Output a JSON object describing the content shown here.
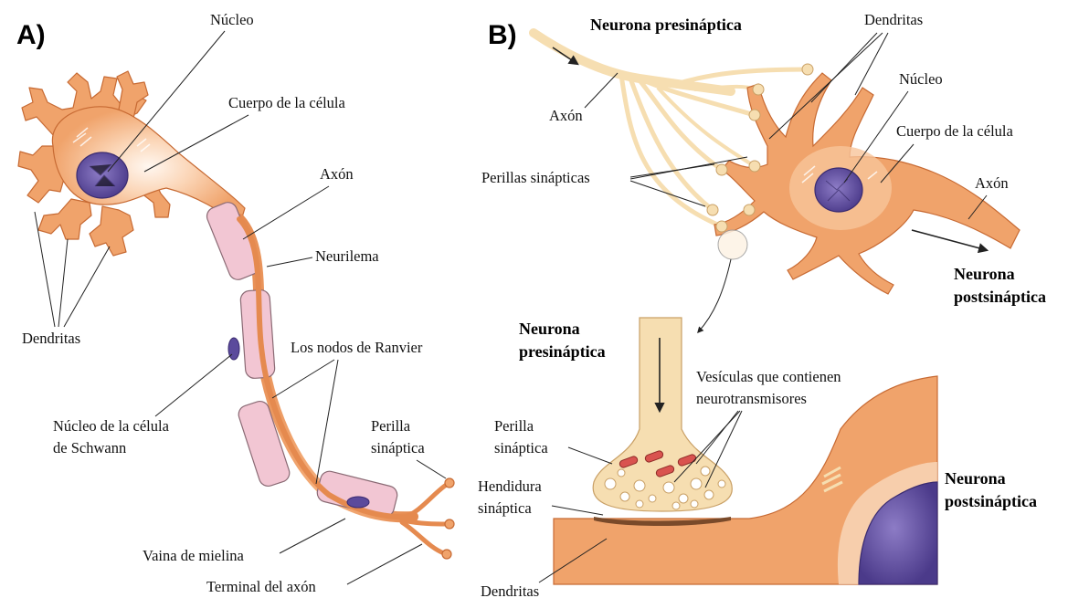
{
  "panels": {
    "a": "A)",
    "b": "B)"
  },
  "labels_a": {
    "nucleus": "Núcleo",
    "cell_body": "Cuerpo de la célula",
    "axon": "Axón",
    "neurilemma": "Neurilema",
    "dendrites": "Dendritas",
    "ranvier": "Los nodos de Ranvier",
    "schwann_1": "Núcleo de la célula",
    "schwann_2": "de Schwann",
    "knob_1": "Perilla",
    "knob_2": "sináptica",
    "myelin": "Vaina de mielina",
    "terminal": "Terminal del axón"
  },
  "labels_b": {
    "presyn": "Neurona presináptica",
    "dendrites": "Dendritas",
    "nucleus": "Núcleo",
    "axon_in": "Axón",
    "cell_body": "Cuerpo de la célula",
    "knobs": "Perillas sinápticas",
    "axon_out": "Axón",
    "postsyn_1": "Neurona",
    "postsyn_2": "postsináptica"
  },
  "labels_zoom": {
    "presyn_1": "Neurona",
    "presyn_2": "presináptica",
    "vesicles_1": "Vesículas que contienen",
    "vesicles_2": "neurotransmisores",
    "knob_1": "Perilla",
    "knob_2": "sináptica",
    "cleft_1": "Hendidura",
    "cleft_2": "sináptica",
    "postsyn_1": "Neurona",
    "postsyn_2": "postsináptica",
    "dendrites": "Dendritas"
  },
  "colors": {
    "neuron_orange": "#f0a36b",
    "neuron_edge": "#c76a33",
    "nucleus_purple": "#5b4a9c",
    "myelin_pink": "#f2c6d3",
    "axon_cream": "#f6deb1",
    "cleft_brown": "#7a4a2a"
  }
}
